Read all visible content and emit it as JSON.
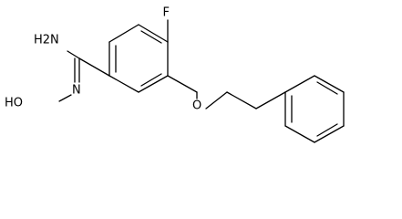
{
  "structure": {
    "atom_labels": {
      "fluorine": "F",
      "amine": "H2N",
      "imine_n": "N",
      "hydroxyl": "HO",
      "ether_o": "O"
    }
  }
}
